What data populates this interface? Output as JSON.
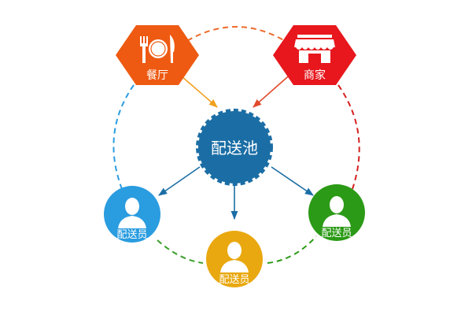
{
  "diagram": {
    "hub": {
      "label": "配送池",
      "color": "#1b6ea5"
    },
    "sources": [
      {
        "label": "餐厅",
        "icon": "fork-plate-knife-icon",
        "color": "#ee5a12",
        "arrow_color": "#f0a020"
      },
      {
        "label": "商家",
        "icon": "storefront-icon",
        "color": "#e7171d",
        "arrow_color": "#e04a2a"
      }
    ],
    "couriers": [
      {
        "label": "配送员",
        "icon": "person-icon",
        "color": "#2a9ce0"
      },
      {
        "label": "配送员",
        "icon": "person-icon",
        "color": "#e9a80f"
      },
      {
        "label": "配送员",
        "icon": "person-icon",
        "color": "#2b9a16"
      }
    ],
    "ring_colors": {
      "top": "#ee6b2c",
      "left": "#2a9ce0",
      "right": "#d42020",
      "bottom_left": "#3aa02a",
      "bottom_right": "#2b9a16"
    },
    "flow_arrow_color": "#1b6ea5"
  }
}
